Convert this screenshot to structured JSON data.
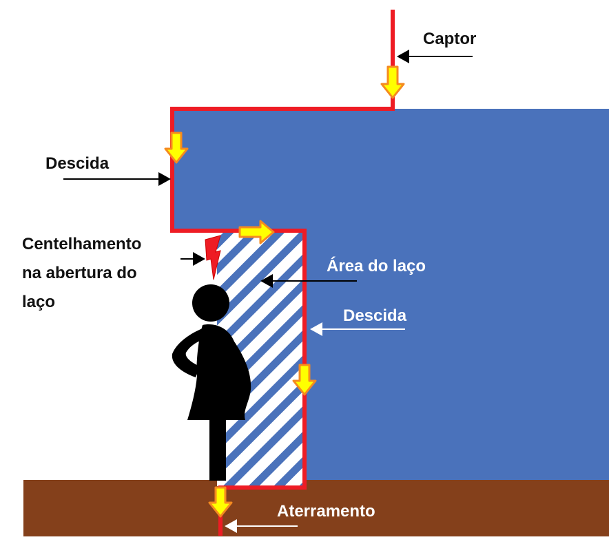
{
  "labels": {
    "captor": "Captor",
    "descida_left": "Descida",
    "centelhamento_line1": "Centelhamento",
    "centelhamento_line2": "na abertura do",
    "centelhamento_line3": "laço",
    "area_laco": "Área do laço",
    "descida_right": "Descida",
    "aterramento": "Aterramento"
  },
  "colors": {
    "building": "#4a72bb",
    "ground": "#84401b",
    "conductor": "#ee1c24",
    "arrow_fill": "#ffff00",
    "arrow_outline": "#f58a1f",
    "person": "#000000",
    "hatch_light": "#ffffff",
    "hatch_dark": "#4a72bb"
  },
  "icons": {
    "current_arrow": "arrow-icon",
    "pointer": "pointer-arrow-icon",
    "spark": "lightning-spark-icon",
    "person": "pregnant-person-icon"
  }
}
